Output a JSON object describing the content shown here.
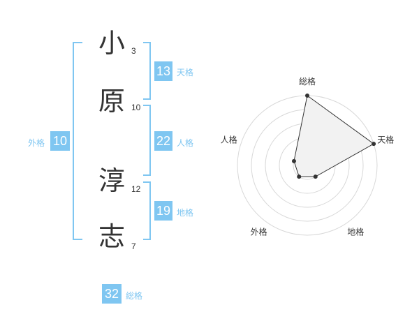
{
  "name": {
    "chars": [
      {
        "char": "小",
        "strokes": "3"
      },
      {
        "char": "原",
        "strokes": "10"
      },
      {
        "char": "淳",
        "strokes": "12"
      },
      {
        "char": "志",
        "strokes": "7"
      }
    ]
  },
  "fortune": {
    "ten": {
      "value": "13",
      "label": "天格"
    },
    "jin": {
      "value": "22",
      "label": "人格"
    },
    "chi": {
      "value": "19",
      "label": "地格"
    },
    "gai": {
      "value": "10",
      "label": "外格"
    },
    "sou": {
      "value": "32",
      "label": "総格"
    }
  },
  "colors": {
    "accent": "#7fc6f1",
    "text": "#333333"
  },
  "chart_data": {
    "type": "radar",
    "axes": [
      "総格",
      "天格",
      "地格",
      "外格",
      "人格"
    ],
    "values": [
      5,
      5,
      1,
      1,
      1
    ],
    "max": 5,
    "rings": 5
  }
}
